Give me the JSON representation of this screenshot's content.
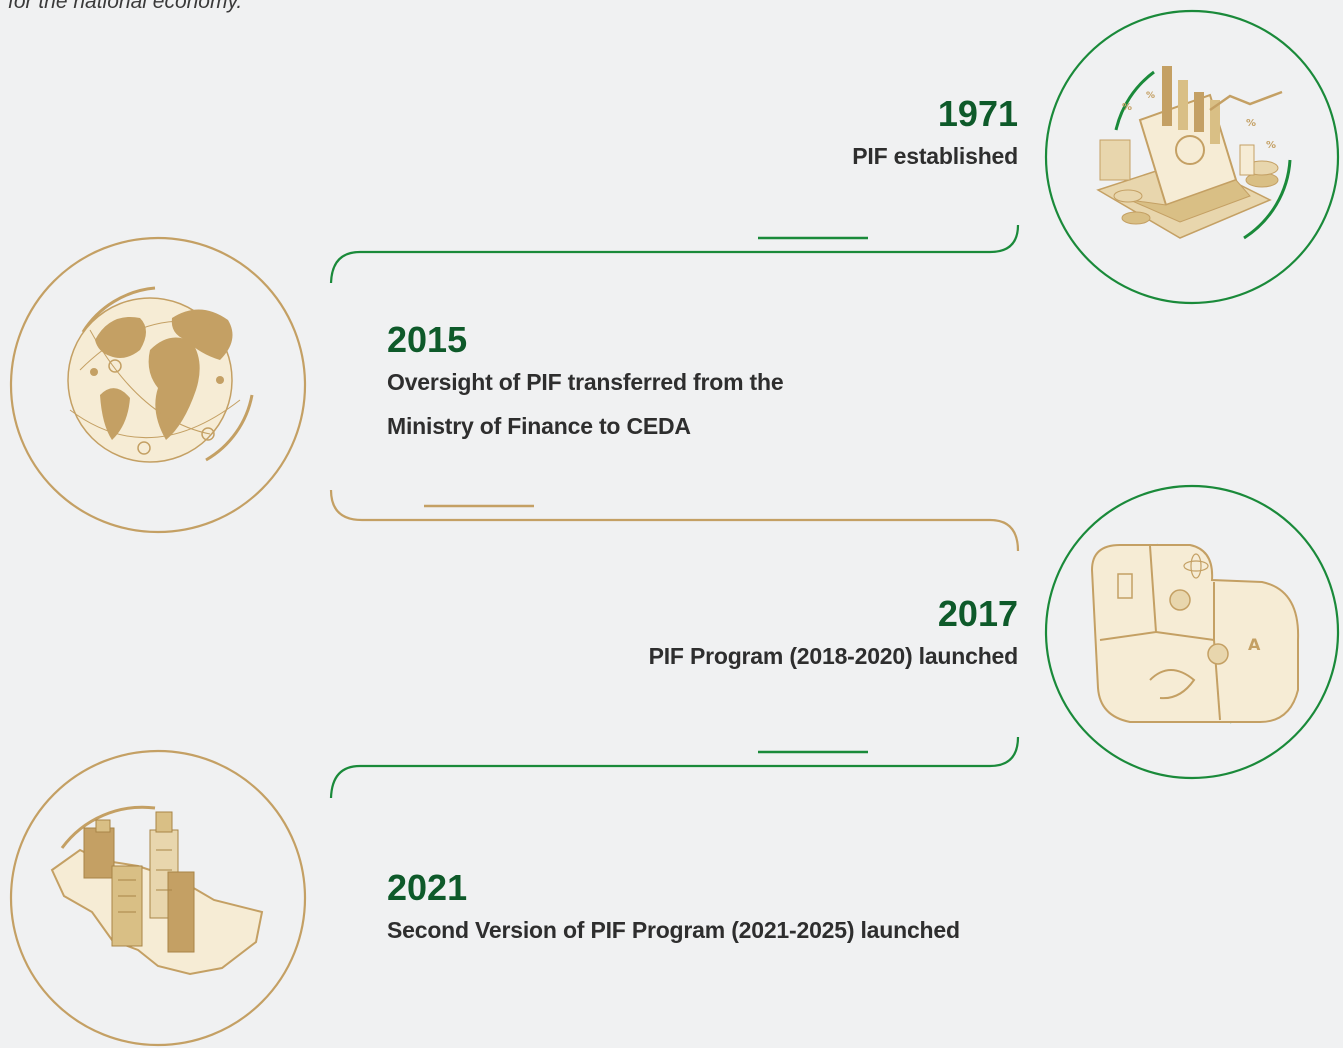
{
  "intro_text": "for the national economy.",
  "colors": {
    "green": "#1a8a3a",
    "dark_green": "#0e5a2a",
    "gold": "#c4a064",
    "cream": "#f6ecd5"
  },
  "events": [
    {
      "year": "1971",
      "description": "PIF established",
      "icon": "laptop-finance-illustration"
    },
    {
      "year": "2015",
      "description": "Oversight of PIF transferred from the Ministry of Finance to CEDA",
      "icon": "globe-network-illustration"
    },
    {
      "year": "2017",
      "description": "PIF Program (2018-2020) launched",
      "icon": "puzzle-pieces-illustration"
    },
    {
      "year": "2021",
      "description": "Second Version of PIF Program (2021-2025) launched",
      "icon": "saudi-map-buildings-illustration"
    }
  ]
}
